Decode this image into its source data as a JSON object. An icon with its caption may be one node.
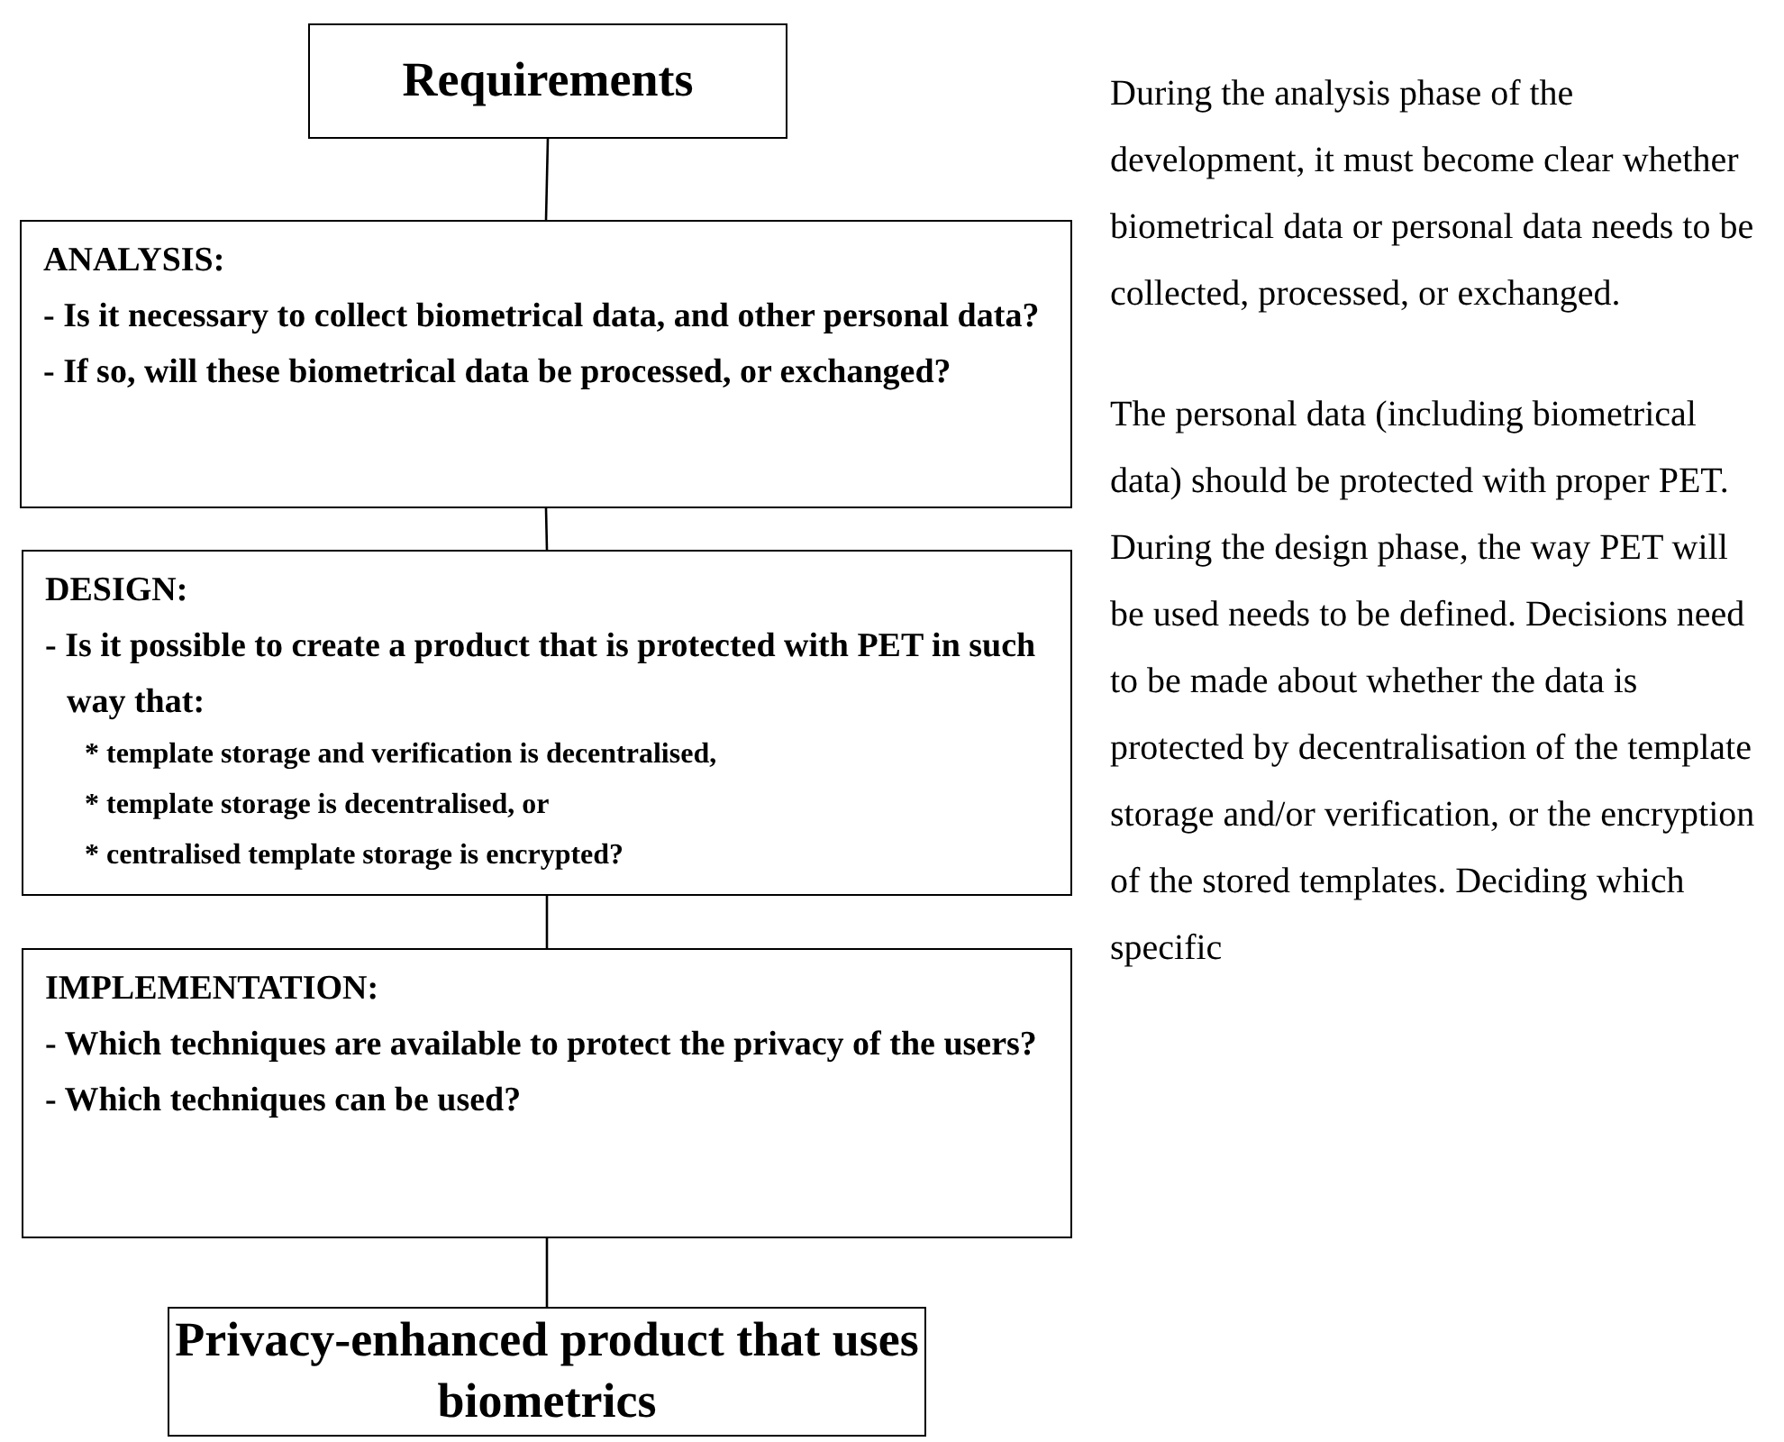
{
  "diagram": {
    "nodes": [
      {
        "text": [
          "Requirements"
        ]
      },
      {
        "text": [
          "ANALYSIS:",
          "- Is it necessary to collect biometrical data, and other personal data?",
          "- If so, will these biometrical data be processed, or exchanged?"
        ]
      },
      {
        "text": [
          "DESIGN:",
          "- Is it possible to create a product that is protected with PET in such way that:",
          "* template storage and verification is decentralised,",
          "* template storage is decentralised, or",
          "* centralised template storage is encrypted?"
        ]
      },
      {
        "text": [
          "IMPLEMENTATION:",
          "- Which techniques are available to protect the privacy of the users?",
          "- Which techniques can be used?"
        ]
      },
      {
        "text": [
          "Privacy-enhanced product that uses biometrics"
        ]
      }
    ],
    "edges": [
      {
        "from": 0,
        "to": 1,
        "arrow": "none"
      },
      {
        "from": 1,
        "to": 2,
        "arrow": "none"
      },
      {
        "from": 2,
        "to": 3,
        "arrow": "none"
      },
      {
        "from": 3,
        "to": 4,
        "arrow": "none"
      }
    ],
    "labels": [
      "During the analysis phase of the development, it must become clear whether biometrical data or personal data needs to be collected, processed, or exchanged.",
      "The personal data (including biometrical data) should be protected with proper PET. During the design phase, the way PET will be used needs to be defined. Decisions need to be made about whether the data is protected by decentralisation of the template storage and/or verification, or the encryption of the stored templates. Deciding which specific"
    ]
  }
}
